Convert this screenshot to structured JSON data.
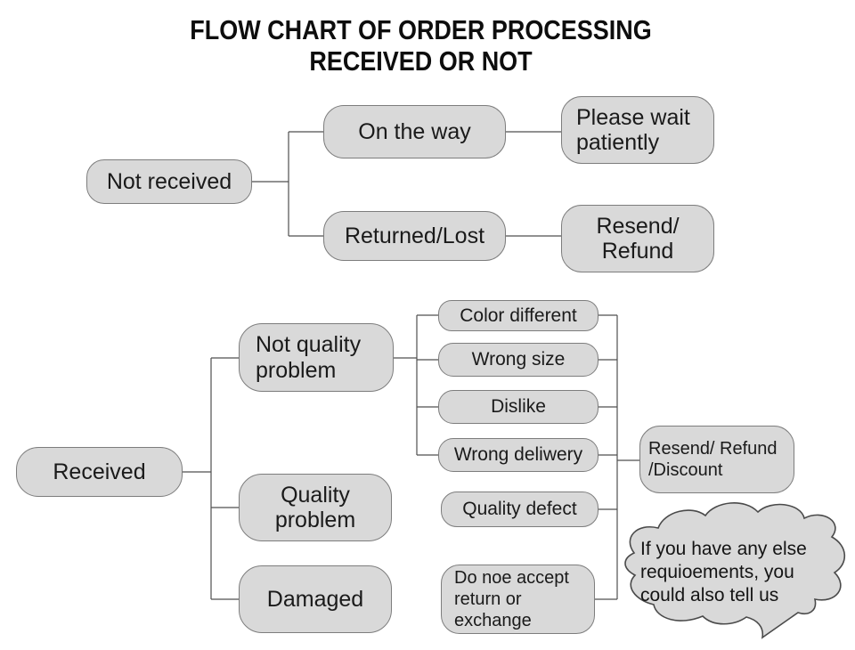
{
  "title": {
    "line1": "FLOW CHART OF ORDER PROCESSING",
    "line2": "RECEIVED OR NOT"
  },
  "colors": {
    "background": "#ffffff",
    "node_fill": "#d9d9d9",
    "node_border": "#7d7d7d",
    "connector": "#4f4f4f",
    "bubble_border": "#4a4a4a",
    "title_color": "#0d0d0d",
    "text_color": "#1a1a1a"
  },
  "nodes": {
    "not_received": "Not received",
    "on_the_way": "On the way",
    "returned_lost": "Returned/Lost",
    "please_wait": "Please wait\npatiently",
    "resend_refund": "Resend/\nRefund",
    "received": "Received",
    "not_quality_problem": "Not quality\nproblem",
    "quality_problem": "Quality\nproblem",
    "damaged": "Damaged",
    "color_different": "Color different",
    "wrong_size": "Wrong size",
    "dislike": "Dislike",
    "wrong_delivery": "Wrong deliwery",
    "quality_defect": "Quality defect",
    "no_return_exchange": "Do noe accept\nreturn or\nexchange",
    "resend_refund_discount": "Resend/ Refund\n/Discount",
    "bubble": "If you have any else\nrequioements, you\ncould also tell us"
  },
  "edges": [
    [
      "Not received",
      "On the way"
    ],
    [
      "Not received",
      "Returned/Lost"
    ],
    [
      "On the way",
      "Please wait patiently"
    ],
    [
      "Returned/Lost",
      "Resend/ Refund"
    ],
    [
      "Received",
      "Not quality problem"
    ],
    [
      "Received",
      "Quality problem"
    ],
    [
      "Received",
      "Damaged"
    ],
    [
      "Not quality problem",
      "Color different"
    ],
    [
      "Not quality problem",
      "Wrong size"
    ],
    [
      "Not quality problem",
      "Dislike"
    ],
    [
      "Not quality problem",
      "Wrong deliwery"
    ],
    [
      "Quality problem",
      "Quality defect"
    ],
    [
      "Damaged",
      "Do noe accept return or exchange"
    ],
    [
      "Color different",
      "Resend/ Refund /Discount"
    ],
    [
      "Wrong size",
      "Resend/ Refund /Discount"
    ],
    [
      "Dislike",
      "Resend/ Refund /Discount"
    ],
    [
      "Wrong deliwery",
      "Resend/ Refund /Discount"
    ],
    [
      "Quality defect",
      "Resend/ Refund /Discount"
    ],
    [
      "Do noe accept return or exchange",
      "Resend/ Refund /Discount"
    ]
  ]
}
